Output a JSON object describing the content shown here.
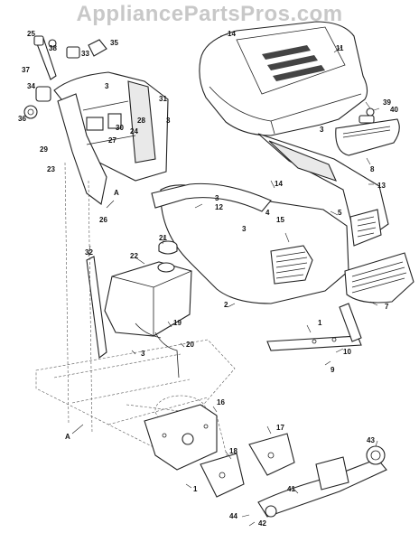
{
  "watermark": "AppliancePartsPros.com",
  "callouts": {
    "p1a": "1",
    "p1b": "1",
    "p2": "2",
    "p3a": "3",
    "p3b": "3",
    "p3c": "3",
    "p3d": "3",
    "p3e": "3",
    "p3f": "3",
    "p4": "4",
    "p5": "5",
    "p7": "7",
    "p8": "8",
    "p9": "9",
    "p10": "10",
    "p11": "11",
    "p12": "12",
    "p13": "13",
    "p14a": "14",
    "p14b": "14",
    "p15": "15",
    "p16": "16",
    "p17": "17",
    "p18": "18",
    "p19": "19",
    "p20": "20",
    "p21": "21",
    "p22": "22",
    "p23": "23",
    "p24": "24",
    "p25": "25",
    "p26": "26",
    "p27": "27",
    "p28": "28",
    "p29": "29",
    "p30": "30",
    "p31": "31",
    "p32": "32",
    "p33": "33",
    "p34": "34",
    "p35": "35",
    "p36": "36",
    "p37": "37",
    "p38": "38",
    "p39": "39",
    "p40": "40",
    "p41": "41",
    "p42": "42",
    "p43": "43",
    "p44": "44",
    "refA1": "A",
    "refA2": "A"
  }
}
